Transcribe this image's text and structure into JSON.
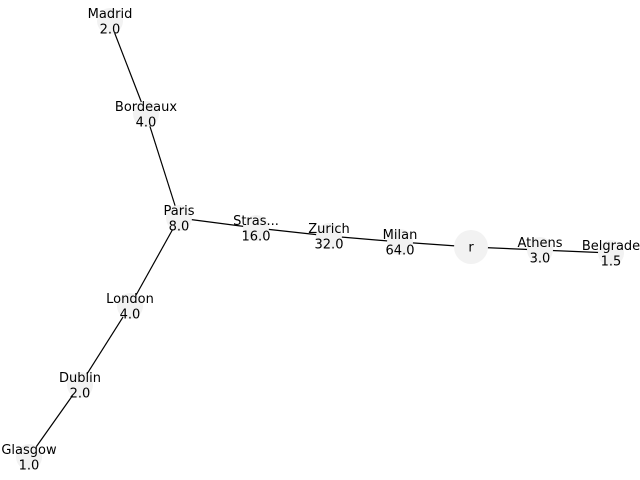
{
  "graph": {
    "nodes": [
      {
        "id": "r",
        "name": "r",
        "value": ""
      },
      {
        "id": "milan",
        "name": "Milan",
        "value": "64.0"
      },
      {
        "id": "zurich",
        "name": "Zurich",
        "value": "32.0"
      },
      {
        "id": "stras",
        "name": "Stras...",
        "value": "16.0"
      },
      {
        "id": "paris",
        "name": "Paris",
        "value": "8.0"
      },
      {
        "id": "bordeaux",
        "name": "Bordeaux",
        "value": "4.0"
      },
      {
        "id": "madrid",
        "name": "Madrid",
        "value": "2.0"
      },
      {
        "id": "london",
        "name": "London",
        "value": "4.0"
      },
      {
        "id": "dublin",
        "name": "Dublin",
        "value": "2.0"
      },
      {
        "id": "glasgow",
        "name": "Glasgow",
        "value": "1.0"
      },
      {
        "id": "athens",
        "name": "Athens",
        "value": "3.0"
      },
      {
        "id": "belgrade",
        "name": "Belgrade",
        "value": "1.5"
      }
    ],
    "edges": [
      [
        "r",
        "milan"
      ],
      [
        "milan",
        "zurich"
      ],
      [
        "zurich",
        "stras"
      ],
      [
        "stras",
        "paris"
      ],
      [
        "paris",
        "bordeaux"
      ],
      [
        "bordeaux",
        "madrid"
      ],
      [
        "paris",
        "london"
      ],
      [
        "london",
        "dublin"
      ],
      [
        "dublin",
        "glasgow"
      ],
      [
        "r",
        "athens"
      ],
      [
        "athens",
        "belgrade"
      ]
    ],
    "colors": {
      "node_fill": "#f2f2f2",
      "edge": "#000000",
      "text": "#000000"
    }
  }
}
